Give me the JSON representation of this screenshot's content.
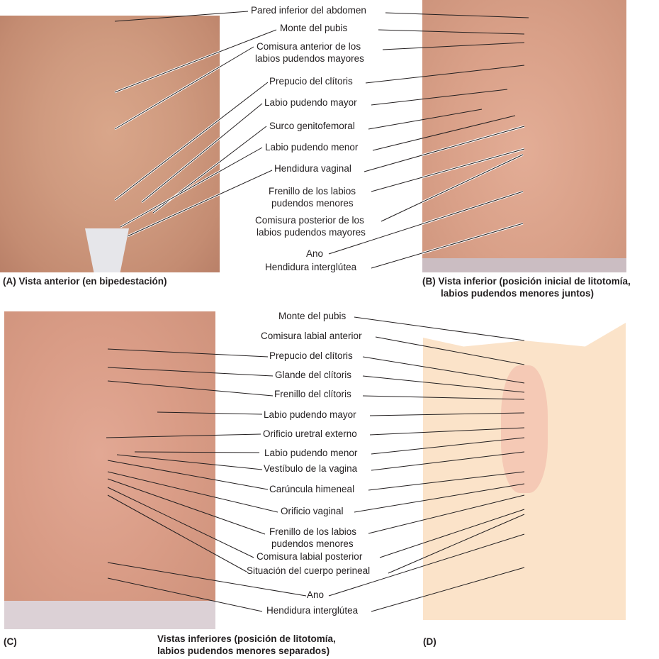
{
  "panel_a": {
    "caption": "(A) Vista anterior (en bipedestación)"
  },
  "panel_b": {
    "caption_line1": "(B) Vista inferior (posición inicial de litotomía,",
    "caption_line2": "labios pudendos menores juntos)"
  },
  "top_labels": [
    "Pared inferior del abdomen",
    "Monte del pubis",
    "Comisura anterior de los",
    "labios pudendos mayores",
    "Prepucio del clítoris",
    "Labio pudendo mayor",
    "Surco genitofemoral",
    "Labio pudendo menor",
    "Hendidura vaginal",
    "Frenillo de los labios",
    "pudendos menores",
    "Comisura posterior de los",
    "labios pudendos mayores",
    "Ano",
    "Hendidura interglútea"
  ],
  "bottom_labels": [
    "Monte del pubis",
    "Comisura labial anterior",
    "Prepucio del clítoris",
    "Glande del clítoris",
    "Frenillo del clítoris",
    "Labio pudendo mayor",
    "Orificio uretral externo",
    "Labio pudendo menor",
    "Vestíbulo de la vagina",
    "Carúncula himeneal",
    "Orificio vaginal",
    "Frenillo de los labios",
    "pudendos menores",
    "Comisura labial posterior",
    "Situación del cuerpo perineal",
    "Ano",
    "Hendidura interglútea"
  ],
  "panel_c": {
    "caption": "(C)"
  },
  "panel_d": {
    "caption": "(D)"
  },
  "shared_caption": {
    "line1": "Vistas inferiores (posición de litotomía,",
    "line2": "labios pudendos menores separados)"
  }
}
